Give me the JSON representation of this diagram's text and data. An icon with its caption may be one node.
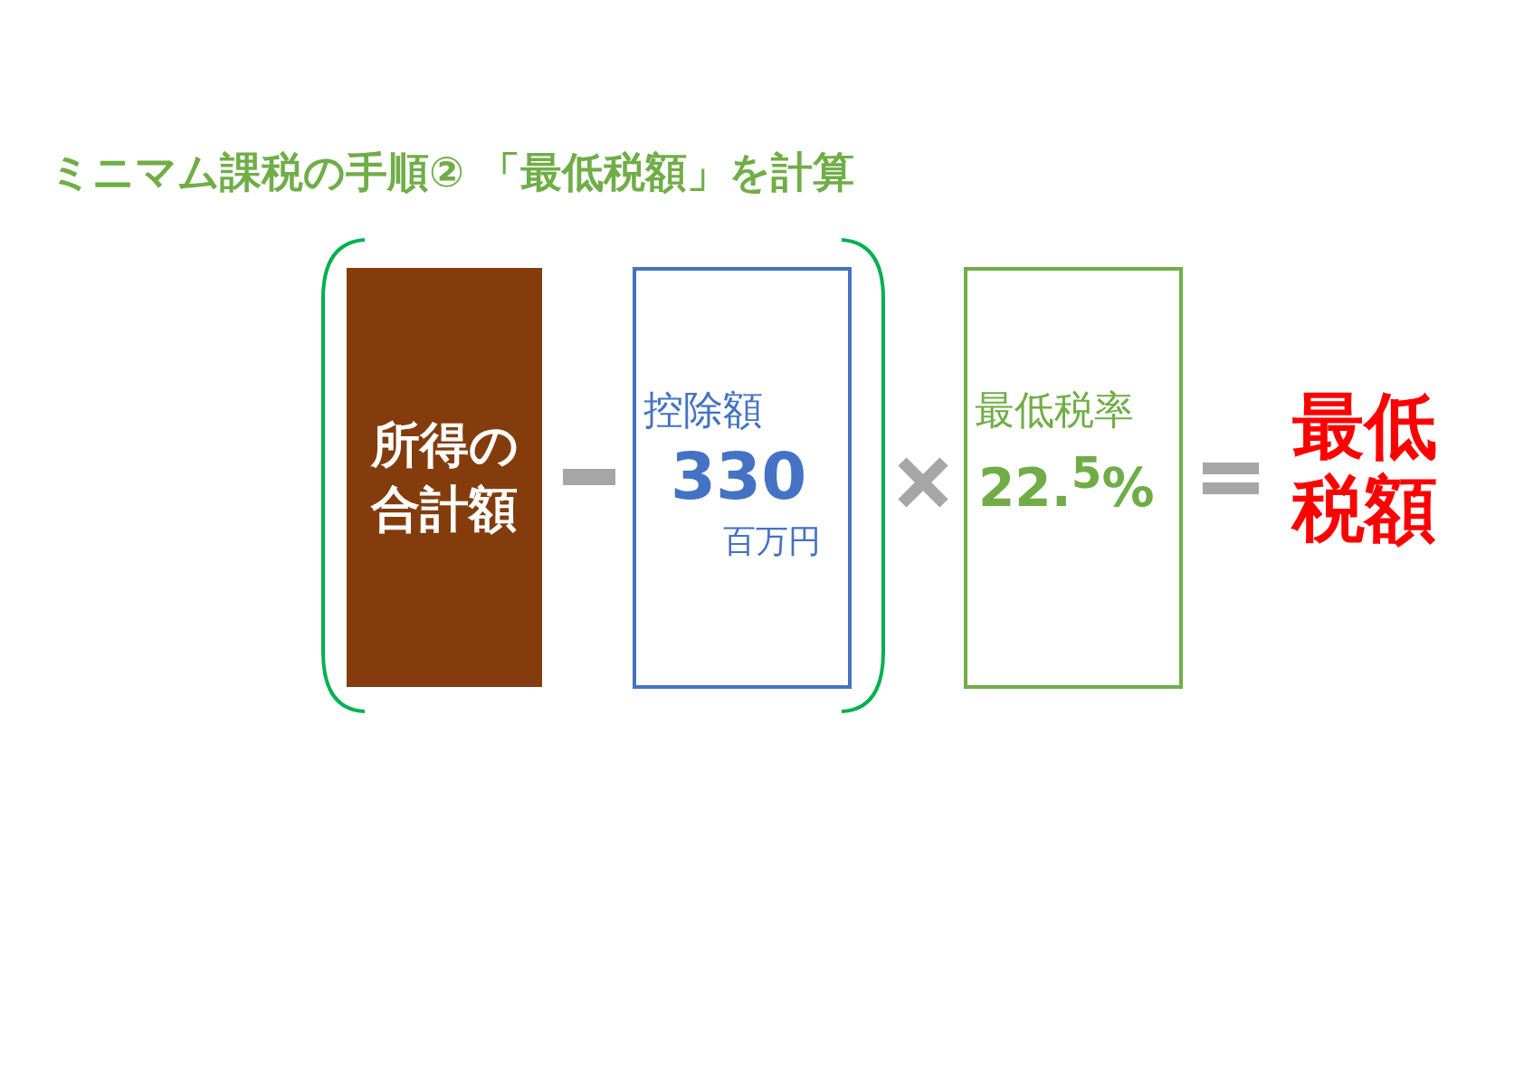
{
  "diagram": {
    "title": "ミニマム課税の手順② 「最低税額」を計算",
    "nodes": [
      {
        "text": [
          "所得の合計額"
        ]
      },
      {
        "text": [
          "控除額",
          "330",
          "百万円"
        ]
      },
      {
        "text": [
          "最低税率",
          "22.$^{5}$%"
        ]
      }
    ],
    "labels": [
      "最低税額"
    ]
  }
}
